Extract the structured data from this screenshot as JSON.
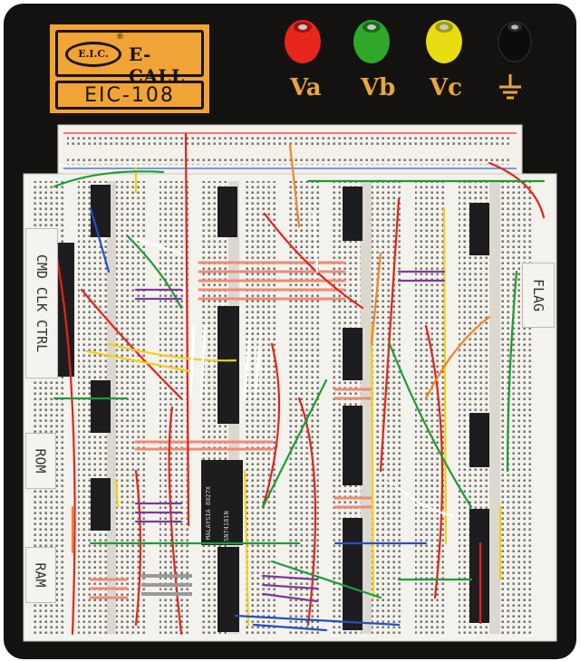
{
  "logo": {
    "mark_text": "E.I.C.",
    "registered_symbol": "®",
    "brand_name": "E-CALL",
    "model_number": "EIC-108"
  },
  "binding_posts": [
    {
      "label": "Va",
      "color": "#e8261c"
    },
    {
      "label": "Vb",
      "color": "#2fa82a"
    },
    {
      "label": "Vc",
      "color": "#e8dd10"
    },
    {
      "label": "",
      "symbol": "ground-icon",
      "color": "#111111"
    }
  ],
  "side_labels": {
    "control": "CMD CLK CTRL",
    "rom": "ROM",
    "ram": "RAM",
    "flag": "FLAG"
  },
  "chips": {
    "eprom_marking": "MALAYSIA 8027X",
    "logic_marking": "SN74181N"
  },
  "colors": {
    "base": "#141210",
    "board": "#f4f2ec",
    "logo_plate": "#f1a436",
    "label_text": "#e8a63c"
  }
}
